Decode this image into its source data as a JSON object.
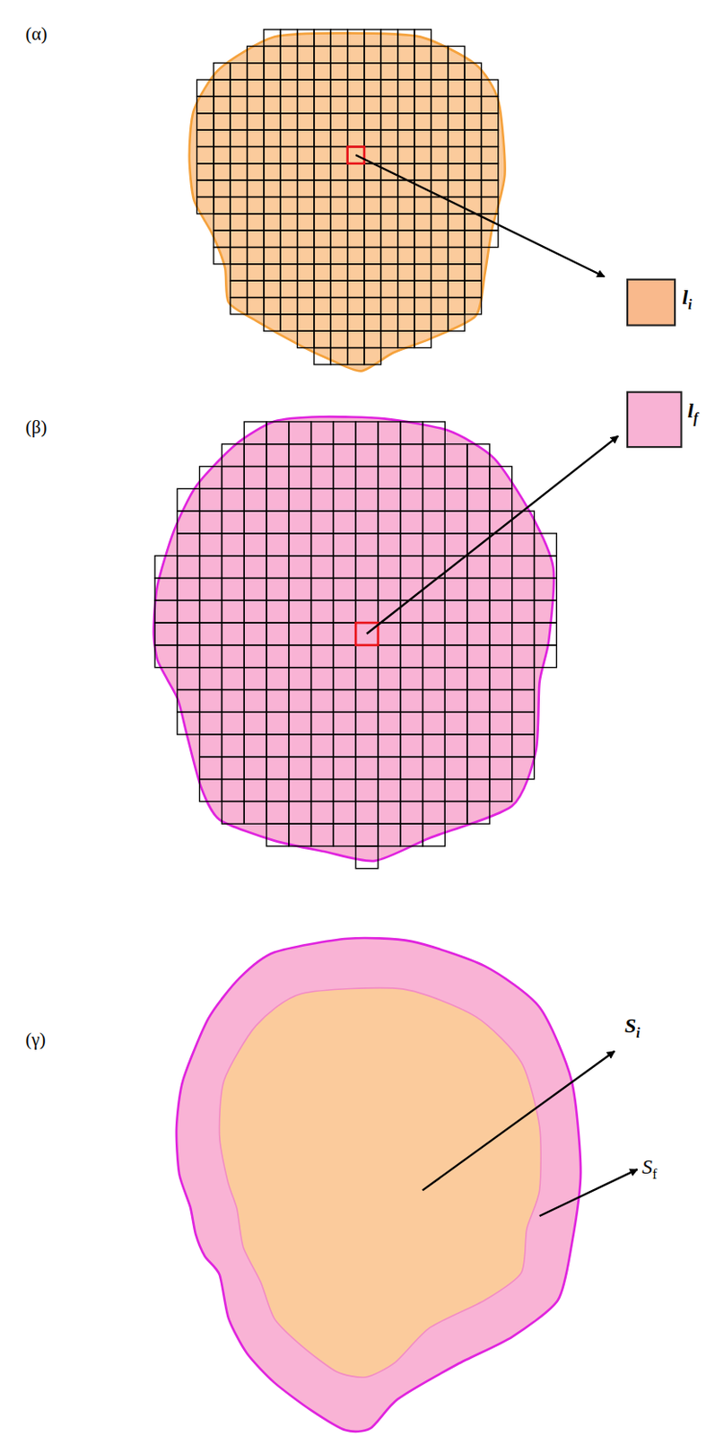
{
  "diagram": {
    "labels": [
      "(α)",
      "(β)",
      "(γ)",
      "l",
      "i",
      "l",
      "f",
      "S",
      "i",
      "S",
      "f"
    ]
  }
}
